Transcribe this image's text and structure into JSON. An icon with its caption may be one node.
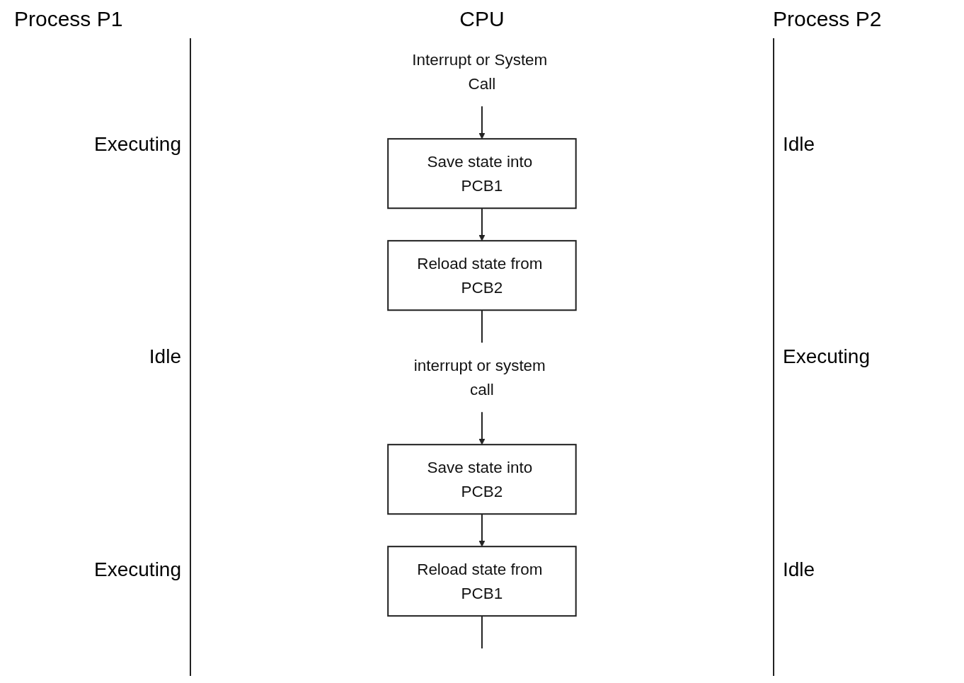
{
  "diagram": {
    "nodes": [
      {
        "text": [
          "Interrupt or System Call"
        ]
      },
      {
        "text": [
          "Save state into PCB1"
        ]
      },
      {
        "text": [
          "Reload state from PCB2"
        ]
      },
      {
        "text": [
          "interrupt or system call"
        ]
      },
      {
        "text": [
          "Save state into PCB2"
        ]
      },
      {
        "text": [
          "Reload state from PCB1"
        ]
      }
    ],
    "edges": [
      {
        "from": 0,
        "to": 1,
        "arrow": "to"
      },
      {
        "from": 1,
        "to": 2,
        "arrow": "to"
      },
      {
        "from": 2,
        "to": 3,
        "arrow": "none"
      },
      {
        "from": 3,
        "to": 4,
        "arrow": "to"
      },
      {
        "from": 4,
        "to": 5,
        "arrow": "to"
      },
      {
        "from": 5,
        "to": null,
        "arrow": "none"
      }
    ],
    "labels": [
      "CPU",
      "Process P1",
      "Executing",
      "Idle",
      "Executing",
      "Process P2",
      "Idle",
      "Executing",
      "Idle"
    ]
  }
}
